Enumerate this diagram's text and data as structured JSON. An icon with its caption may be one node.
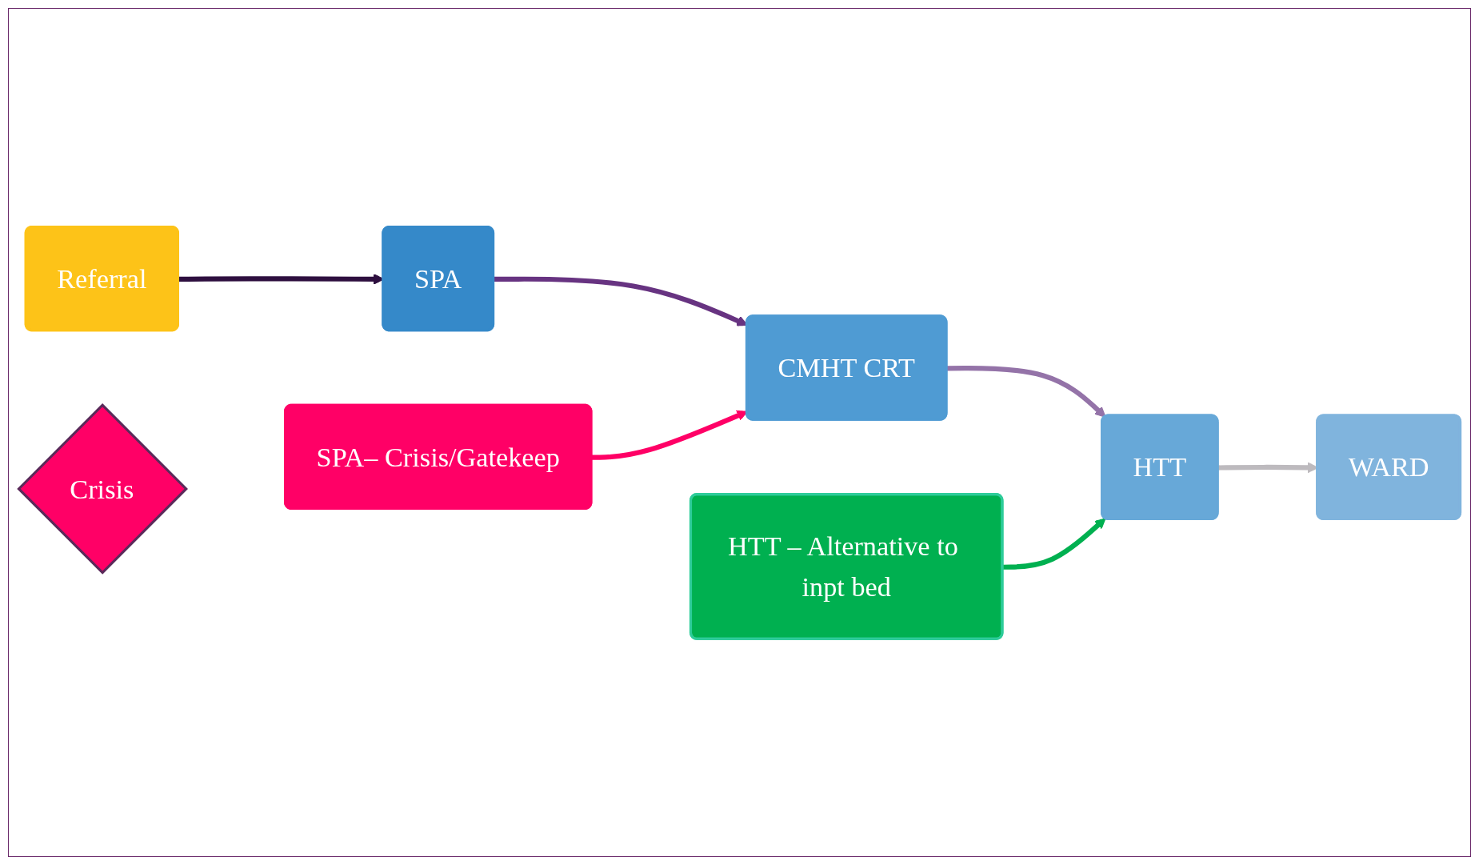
{
  "diagram": {
    "nodes": [
      {
        "text": [
          "Referral"
        ]
      },
      {
        "text": [
          "SPA"
        ]
      },
      {
        "text": [
          "Crisis"
        ]
      },
      {
        "text": [
          "SPA– Crisis/Gatekeep"
        ]
      },
      {
        "text": [
          "CMHT CRT"
        ]
      },
      {
        "text": [
          "HTT"
        ]
      },
      {
        "text": [
          "WARD"
        ]
      },
      {
        "text": [
          "HTT – Alternative to inpt bed"
        ]
      }
    ],
    "edges": [
      {
        "from": 0,
        "to": 1,
        "arrow": "to",
        "color": "#2e0f3f"
      },
      {
        "from": 1,
        "to": 4,
        "arrow": "to",
        "color": "#673381"
      },
      {
        "from": 4,
        "to": 5,
        "arrow": "to",
        "color": "#9473a8"
      },
      {
        "from": 5,
        "to": 6,
        "arrow": "to",
        "color": "#bdbabe"
      },
      {
        "from": 3,
        "to": 4,
        "arrow": "to",
        "color": "#ff0066"
      },
      {
        "from": 7,
        "to": 5,
        "arrow": "to",
        "color": "#00b050"
      }
    ]
  }
}
